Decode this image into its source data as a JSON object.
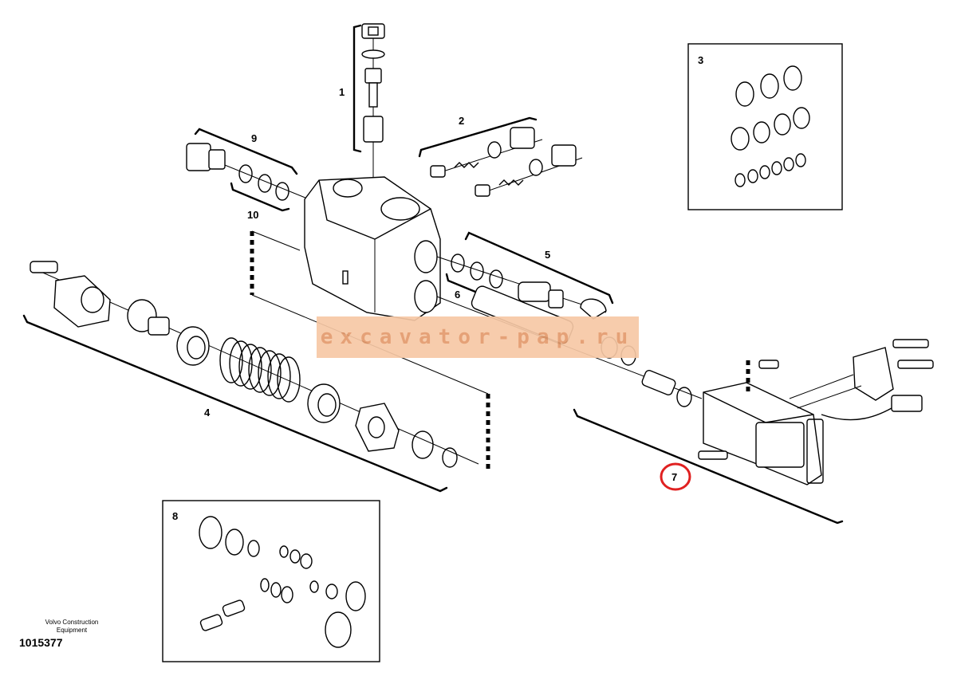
{
  "diagram": {
    "callouts": [
      "1",
      "2",
      "3",
      "4",
      "5",
      "6",
      "7",
      "8",
      "9",
      "10"
    ],
    "highlighted_callout": "7",
    "highlight_color": "#e02020"
  },
  "watermark": {
    "text": "excavator-pap.ru",
    "bg_color": "#f7c8a5"
  },
  "footer": {
    "manufacturer_line1": "Volvo Construction",
    "manufacturer_line2": "Equipment",
    "drawing_number": "1015377"
  }
}
